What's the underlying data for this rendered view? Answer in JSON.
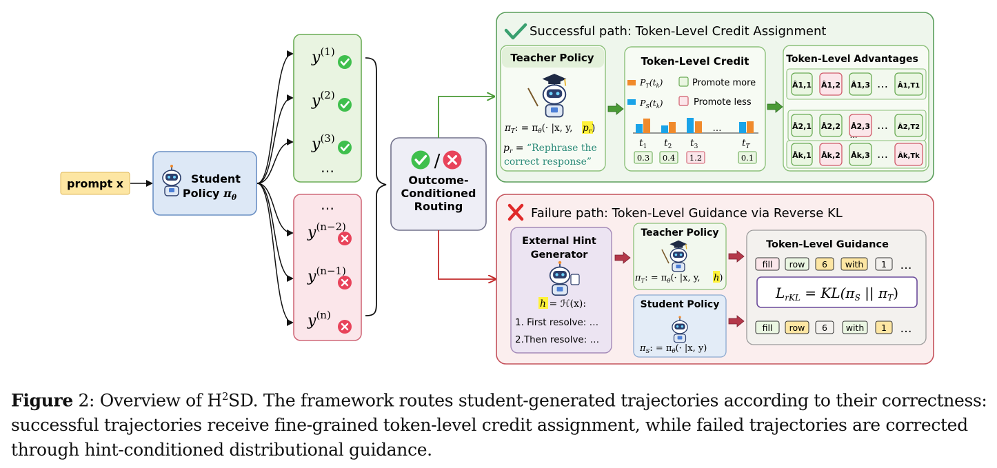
{
  "prompt": "prompt x",
  "student_policy": {
    "title": "Student",
    "line2": "Policy",
    "symbol": "π",
    "sub": "θ"
  },
  "success_samples": {
    "labels": [
      "y",
      "y",
      "y"
    ],
    "sups": [
      "(1)",
      "(2)",
      "(3)"
    ],
    "ellipsis": "…"
  },
  "failure_samples": {
    "ellipsis": "…",
    "labels": [
      "y",
      "y",
      "y"
    ],
    "sups": [
      "(n−2)",
      "(n−1)",
      "(n)"
    ]
  },
  "routing": {
    "slash": "/",
    "lines": [
      "Outcome-",
      "Conditioned",
      "Routing"
    ]
  },
  "success_path": {
    "title": "Successful path: Token-Level Credit Assignment",
    "teacher": {
      "title": "Teacher Policy",
      "formula_prefix": "π",
      "formula_sub": "T",
      "formula_mid": ": = π",
      "formula_sub2": "θ",
      "formula_args": "(· |x, y, ",
      "formula_hl": "p",
      "formula_hl_sub": "r",
      "formula_close": ")",
      "pr_label": "p",
      "pr_sub": "r",
      "pr_eq": " = ",
      "pr_text1": "“Rephrase the",
      "pr_text2": "correct response”"
    },
    "credit": {
      "title": "Token-Level Credit",
      "legend_t": "P",
      "legend_t_sub": "T",
      "legend_t_arg": "(t",
      "legend_t_arg_sub": "k",
      "legend_s": "P",
      "legend_s_sub": "S",
      "legend_s_arg": "(t",
      "legend_s_arg_sub": "k",
      "promote_more": "Promote more",
      "promote_less": "Promote less",
      "dots": "…",
      "tokens": [
        {
          "label": "t",
          "sub": "1",
          "value": "0.3"
        },
        {
          "label": "t",
          "sub": "2",
          "value": "0.4"
        },
        {
          "label": "t",
          "sub": "3",
          "value": "1.2"
        },
        {
          "label": "t",
          "sub": "T",
          "value": "0.1"
        }
      ]
    },
    "advantages": {
      "title": "Token-Level Advantages",
      "rows": [
        [
          "Â1,1",
          "Â1,2",
          "Â1,3",
          "…",
          "Â1,T1"
        ],
        [
          "Â2,1",
          "Â2,2",
          "Â2,3",
          "…",
          "Â2,T2"
        ],
        [
          "Âk,1",
          "Âk,2",
          "Âk,3",
          "…",
          "Âk,Tk"
        ]
      ],
      "row_dots": "…"
    }
  },
  "failure_path": {
    "title": "Failure path: Token-Level Guidance via Reverse KL",
    "hint": {
      "title1": "External Hint",
      "title2": "Generator",
      "formula_hl": "h",
      "formula_rest": " = ℋ(x):",
      "step1": "1. First resolve: …",
      "step2": "2.Then resolve: …"
    },
    "teacher": {
      "title": "Teacher Policy",
      "formula": "π",
      "formula_sub": "T",
      "formula_mid": ": = π",
      "formula_sub2": "θ",
      "formula_args": "(· |x, y, ",
      "formula_hl": "h",
      "formula_close": ")"
    },
    "student": {
      "title": "Student Policy",
      "formula": "π",
      "formula_sub": "S",
      "formula_mid": ": = π",
      "formula_sub2": "θ",
      "formula_args": "(· |x, y)"
    },
    "guidance": {
      "title": "Token-Level Guidance",
      "tokens_top": [
        "fill",
        "row",
        "6",
        "with",
        "1",
        "…"
      ],
      "tokens_bottom": [
        "fill",
        "row",
        "6",
        "with",
        "1",
        "…"
      ],
      "loss_lhs": "L",
      "loss_lhs_sub": "rKL",
      "loss_rhs": " =  KL(π",
      "loss_s_sub": "S",
      "loss_mid": " || π",
      "loss_t_sub": "T",
      "loss_close": ")"
    }
  },
  "caption": {
    "fig": "Figure",
    "num": " 2: Overview of H",
    "sup": "2",
    "rest": "SD. The framework routes student-generated trajectories according to their correctness: successful trajectories receive fine-grained token-level credit assignment, while failed trajectories are corrected through hint-conditioned distributional guidance."
  },
  "colors": {
    "green_border": "#5a9e4b",
    "green_fill": "#eef6e8",
    "red_border": "#c4505a",
    "red_fill": "#fbecec",
    "orange_bar": "#f08a2c",
    "blue_bar": "#1aa3e8",
    "yellow_hl": "#fff23a",
    "prompt_fill": "#fde6a3"
  }
}
